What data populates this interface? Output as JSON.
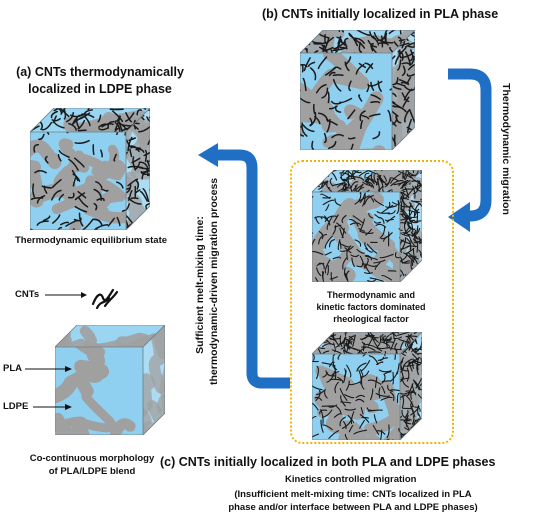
{
  "headings": {
    "a_title_line1": "(a) CNTs thermodynamically",
    "a_title_line2": "localized in LDPE phase",
    "b_title": "(b) CNTs initially localized in PLA phase",
    "c_title": "(c) CNTs initially localized in both PLA and LDPE phases"
  },
  "captions": {
    "equilibrium": "Thermodynamic equilibrium state",
    "morph_line1": "Co-continuous morphology",
    "morph_line2": "of PLA/LDPE blend",
    "rheo_line1": "Thermodynamic and",
    "rheo_line2": "kinetic factors dominated",
    "rheo_line3": "rheological factor",
    "kinetics": "Kinetics controlled migration",
    "insuff_line1": "(Insufficient melt-mixing time: CNTs localized in PLA",
    "insuff_line2": "phase and/or interface between PLA and LDPE phases)"
  },
  "legend": {
    "cnts": "CNTs",
    "pla": "PLA",
    "ldpe": "LDPE"
  },
  "arrows": {
    "thermo_migration": "Thermodynamic migration",
    "sufficient_line1": "Sufficient melt-mixing time:",
    "sufficient_line2": "thermodynamic-driven migration process"
  },
  "colors": {
    "ldpe_phase": "#8fd0f0",
    "pla_phase": "#a0a0a0",
    "cnt": "#1a1a1a",
    "arrow": "#1f6fc5",
    "dashed_box": "#f0b400"
  }
}
